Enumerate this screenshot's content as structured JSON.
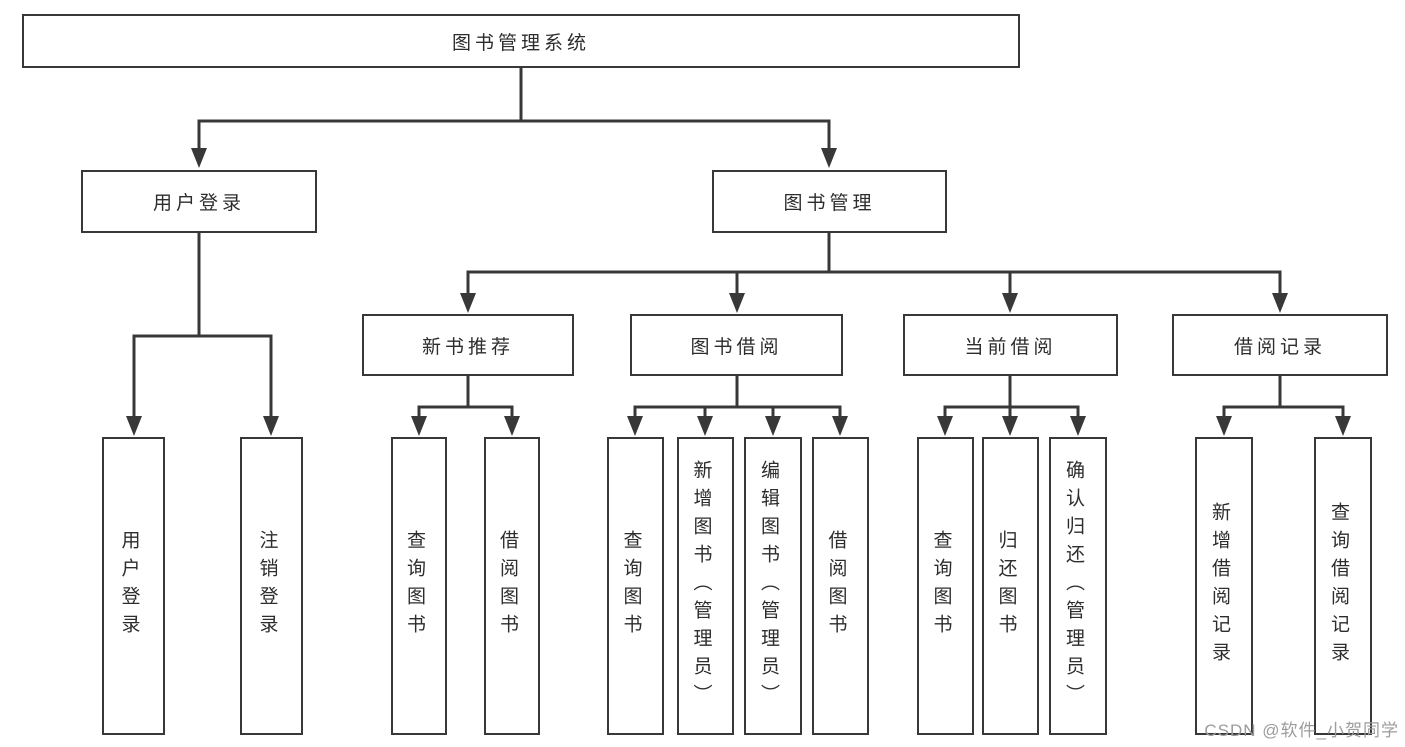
{
  "tree": {
    "root": "图书管理系统",
    "level2": {
      "user_login": "用户登录",
      "book_management": "图书管理"
    },
    "level3": {
      "new_book": "新书推荐",
      "book_borrow": "图书借阅",
      "current_borrow": "当前借阅",
      "borrow_record": "借阅记录"
    },
    "level4": {
      "user_login": [
        "用户登录",
        "注销登录"
      ],
      "new_book": [
        "查询图书",
        "借阅图书"
      ],
      "book_borrow": [
        "查询图书",
        "新增图书（管理员）",
        "编辑图书（管理员）",
        "借阅图书"
      ],
      "current_borrow": [
        "查询图书",
        "归还图书",
        "确认归还（管理员）"
      ],
      "borrow_record": [
        "新增借阅记录",
        "查询借阅记录"
      ]
    }
  },
  "watermark": "CSDN @软件_小贺同学",
  "colors": {
    "line": "#383838",
    "text": "#2d2d2d",
    "watermark_text": "#9c9c9c",
    "background": "#ffffff"
  }
}
